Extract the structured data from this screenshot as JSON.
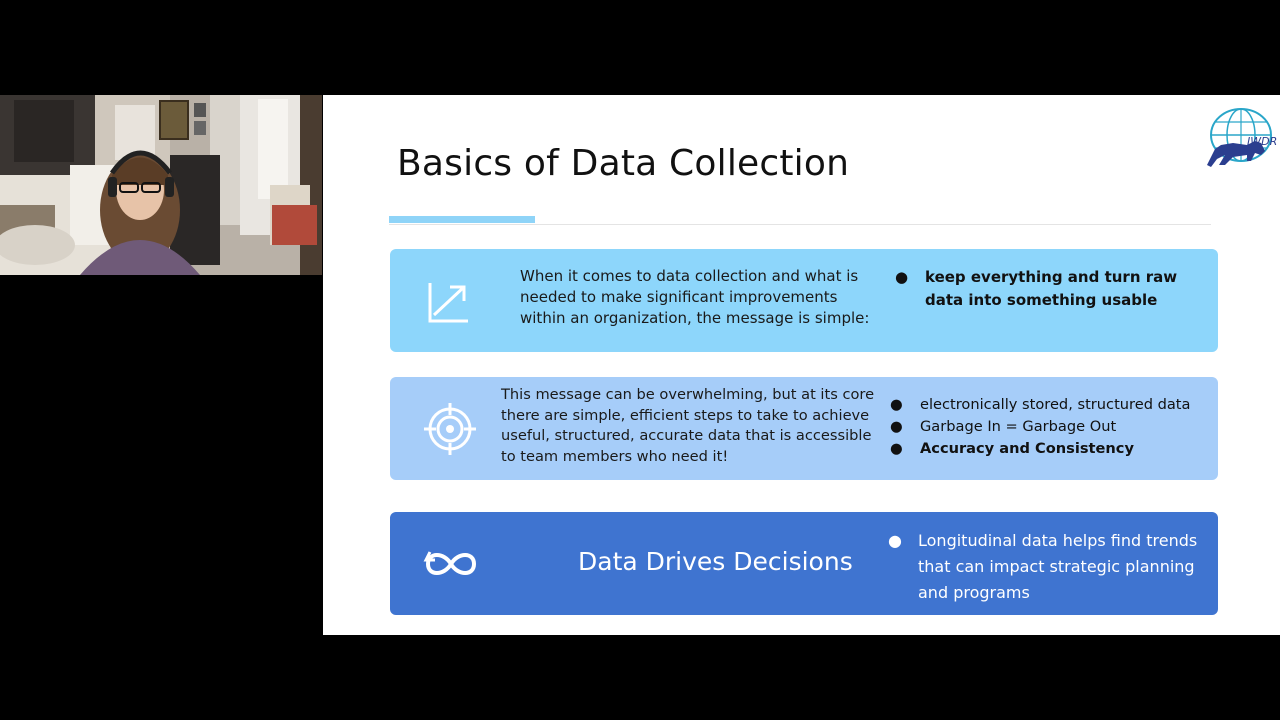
{
  "slide": {
    "title": "Basics of Data Collection",
    "logo_text": "IWDR",
    "colors": {
      "accent": "#8fd4f8",
      "card1": "#8dd6fb",
      "card2": "#a6cdf9",
      "card3": "#3f74d0"
    },
    "cards": [
      {
        "icon": "trend-arrow-icon",
        "text": "When it comes to data collection and what is needed to make significant improvements within an organization, the message is simple:",
        "bullets": [
          "keep everything and turn raw data into something usable"
        ]
      },
      {
        "icon": "target-icon",
        "text": "This message can be overwhelming, but at its core there are simple, efficient steps to take to achieve useful, structured, accurate data that is accessible to team members who need it!",
        "bullets": [
          "electronically stored, structured data",
          "Garbage In = Garbage Out",
          "Accuracy and Consistency"
        ]
      },
      {
        "icon": "infinity-loop-icon",
        "text": "Data Drives Decisions",
        "bullets": [
          "Longitudinal data helps find trends that can impact strategic planning and programs"
        ]
      }
    ],
    "bullet_glyph": "●"
  }
}
